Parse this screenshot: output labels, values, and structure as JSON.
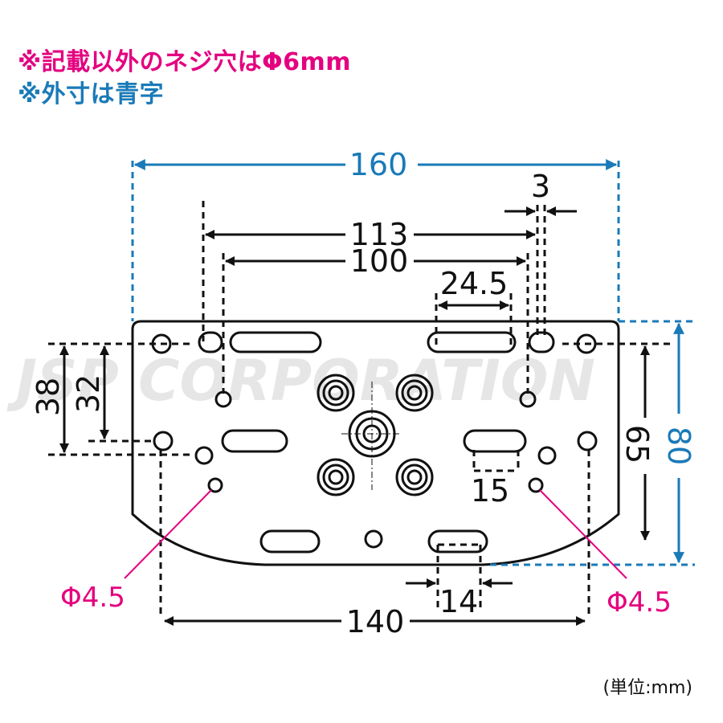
{
  "notes": {
    "line1": "※記載以外のネジ穴はΦ6mm",
    "line2": "※外寸は青字"
  },
  "unit_label": "(単位:mm)",
  "watermark": "JSP CORPORATION",
  "dimensions": {
    "overall_width": "160",
    "overall_height": "80",
    "slot_offset": "3",
    "hole_span_outer": "113",
    "hole_span_inner": "100",
    "slot_length": "24.5",
    "left_38": "38",
    "left_32": "32",
    "right_65": "65",
    "slot_width_15": "15",
    "bottom_slot_14": "14",
    "bottom_140": "140",
    "hole_dia_left": "Φ4.5",
    "hole_dia_right": "Φ4.5"
  },
  "colors": {
    "pink": "#e4007f",
    "blue": "#1a7ab8",
    "black": "#111111"
  }
}
